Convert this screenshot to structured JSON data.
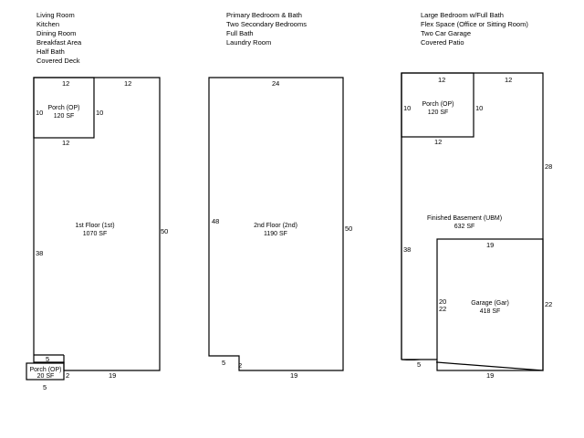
{
  "features": {
    "first_floor": [
      "Living Room",
      "Kitchen",
      "Dining Room",
      "Breakfast Area",
      "Half Bath",
      "Covered Deck"
    ],
    "second_floor": [
      "Primary Bedroom & Bath",
      "Two Secondary Bedrooms",
      "Full Bath",
      "Laundry Room"
    ],
    "basement": [
      "Large Bedroom w/Full Bath",
      "Flex Space (Office or Sitting Room)",
      "Two Car Garage",
      "Covered Patio"
    ]
  },
  "plans": {
    "first": {
      "name": "1st Floor (1st)",
      "area": "1070 SF",
      "porch_top": {
        "name": "Porch (OP)",
        "area": "120 SF",
        "w": "12",
        "h_left": "10",
        "h_right": "10",
        "bottom": "12"
      },
      "top_right": "12",
      "right": "50",
      "left": "38",
      "bottom": "19",
      "porch_small": {
        "name": "Porch (OP)",
        "area": "20 SF",
        "top": "5",
        "bottom": "5",
        "side": "2"
      }
    },
    "second": {
      "name": "2nd Floor (2nd)",
      "area": "1190 SF",
      "top": "24",
      "left": "48",
      "right": "50",
      "notch_w": "5",
      "notch_h": "2",
      "bottom": "19"
    },
    "basement": {
      "name": "Finished Basement (UBM)",
      "area": "632 SF",
      "porch": {
        "name": "Porch (OP)",
        "area": "120 SF",
        "w": "12",
        "h_left": "10",
        "h_right": "10",
        "bottom": "12"
      },
      "top_right": "12",
      "right_upper": "28",
      "left": "38",
      "bottom_left": "5",
      "garage": {
        "name": "Garage (Gar)",
        "area": "418 SF",
        "top": "19",
        "left_outer": "20",
        "left_inner": "22",
        "right": "22",
        "bottom": "19"
      }
    }
  }
}
